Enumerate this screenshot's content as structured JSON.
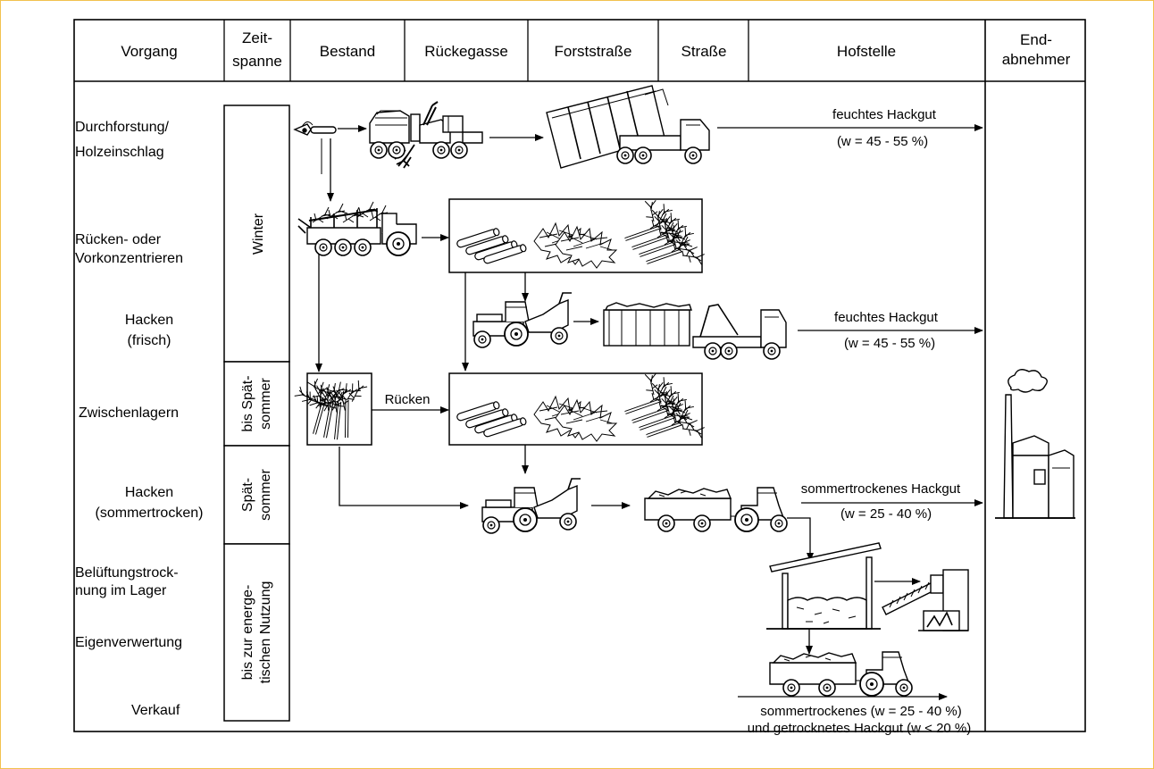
{
  "header": {
    "vorgang": "Vorgang",
    "zeit_1": "Zeit-",
    "zeit_2": "spanne",
    "bestand": "Bestand",
    "rueckegasse": "Rückegasse",
    "forststrasse": "Forststraße",
    "strasse": "Straße",
    "hofstelle": "Hofstelle",
    "end_1": "End-",
    "end_2": "abnehmer"
  },
  "rows": {
    "durchforstung_1": "Durchforstung/",
    "durchforstung_2": "Holzeinschlag",
    "ruecken_1": "Rücken- oder",
    "ruecken_2": "Vorkonzentrieren",
    "hacken_frisch_1": "Hacken",
    "hacken_frisch_2": "(frisch)",
    "zwischenlagern": "Zwischenlagern",
    "hacken_sommer_1": "Hacken",
    "hacken_sommer_2": "(sommertrocken)",
    "belueftung_1": "Belüftungstrock-",
    "belueftung_2": "nung im Lager",
    "eigenverwertung": "Eigenverwertung",
    "verkauf": "Verkauf"
  },
  "periods": {
    "winter": "Winter",
    "bis_spaetsommer_1": "bis Spät-",
    "bis_spaetsommer_2": "sommer",
    "spaetsommer_1": "Spät-",
    "spaetsommer_2": "sommer",
    "bis_zur_1": "bis zur energe-",
    "bis_zur_2": "tischen Nutzung"
  },
  "labels": {
    "feucht_1": "feuchtes Hackgut",
    "feucht_1_w": "(w = 45 - 55 %)",
    "feucht_2": "feuchtes Hackgut",
    "feucht_2_w": "(w = 45 - 55 %)",
    "ruecken": "Rücken",
    "sommer": "sommertrockenes Hackgut",
    "sommer_w": "(w = 25 - 40 %)",
    "verkauf_1": "sommertrockenes (w = 25 - 40 %)",
    "verkauf_2": "und getrocknetes Hackgut (w < 20 %)"
  },
  "icons": {
    "chainsaw": "chainsaw-icon",
    "harvester": "harvester-icon",
    "container_truck": "container-truck-icon",
    "forwarder": "forwarder-icon",
    "tractor_chipper": "tractor-chipper-icon",
    "tractor_trailer": "tractor-trailer-icon",
    "storage_shed": "storage-shed-icon",
    "conveyor": "conveyor-icon",
    "power_plant": "power-plant-icon"
  },
  "colors": {
    "frame": "#f2c14e",
    "ink": "#000000"
  }
}
